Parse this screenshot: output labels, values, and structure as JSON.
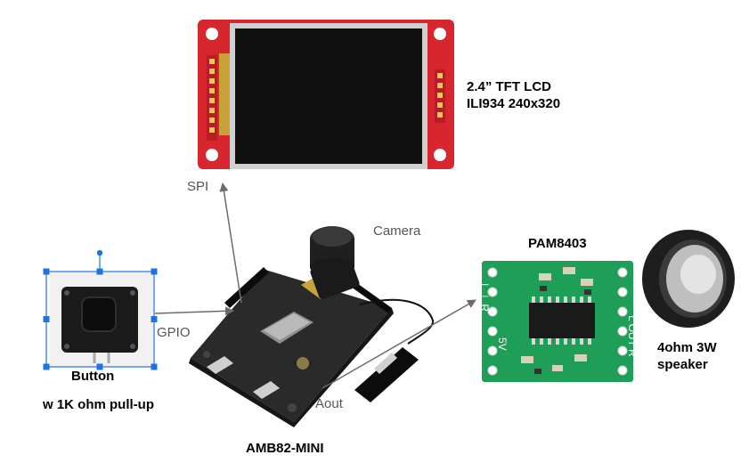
{
  "components": {
    "lcd": {
      "line1": "2.4” TFT LCD",
      "line2": "ILI934 240x320"
    },
    "amp": {
      "title": "PAM8403",
      "pcb_left_top": "L ⊥ R",
      "pcb_left_mid": "5V",
      "pcb_right": "L OUT R"
    },
    "speaker": {
      "line1": "4ohm 3W",
      "line2": "speaker"
    },
    "button": {
      "title": "Button",
      "subtitle": "w 1K ohm pull-up"
    },
    "board": {
      "title": "AMB82-MINI"
    }
  },
  "connections": {
    "spi": "SPI",
    "gpio": "GPIO",
    "camera": "Camera",
    "aout": "Aout"
  },
  "colors": {
    "lcd_pcb": "#d8262e",
    "amp_pcb": "#1e9e57",
    "board": "#2a2a2a",
    "arrow": "#6b6b6b",
    "selection": "#1a73e8"
  }
}
